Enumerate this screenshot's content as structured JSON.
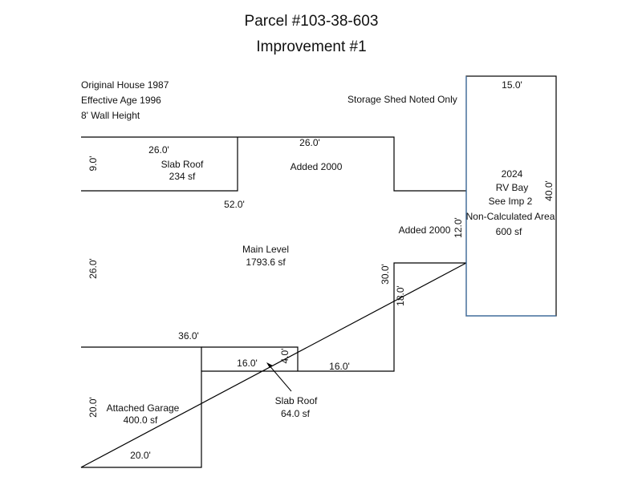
{
  "header": {
    "parcel": "Parcel #103-38-603",
    "improvement": "Improvement #1"
  },
  "notes": {
    "line1": "Original House 1987",
    "line2": "Effective Age 1996",
    "line3": "8' Wall Height",
    "shed": "Storage Shed Noted Only"
  },
  "areas": {
    "slab_roof_top": {
      "name": "Slab Roof",
      "area": "234 sf",
      "width": "26.0'",
      "height": "9.0'"
    },
    "addition_top": {
      "label": "Added 2000",
      "width": "26.0'"
    },
    "main": {
      "name": "Main Level",
      "area": "1793.6 sf",
      "dim_top": "52.0'",
      "dim_left": "26.0'",
      "dim_bottom": "36.0'",
      "dim_right_upper": "30.0'",
      "dim_right_lower": "18.0'",
      "dim_bottom_right": "16.0'"
    },
    "addition_right": {
      "label": "Added 2000",
      "height": "12.0'"
    },
    "rv_bay": {
      "year": "2024",
      "name": "RV Bay",
      "ref": "See Imp 2",
      "note": "Non-Calculated Area",
      "area": "600 sf",
      "width": "15.0'",
      "height": "40.0'"
    },
    "slab_roof_bottom": {
      "name": "Slab Roof",
      "area": "64.0 sf",
      "width": "16.0'",
      "height": "4.0'"
    },
    "garage": {
      "name": "Attached  Garage",
      "area": "400.0 sf",
      "width": "20.0'",
      "height": "20.0'"
    }
  },
  "colors": {
    "line": "#000000",
    "rv_line": "#3a6ea5"
  }
}
